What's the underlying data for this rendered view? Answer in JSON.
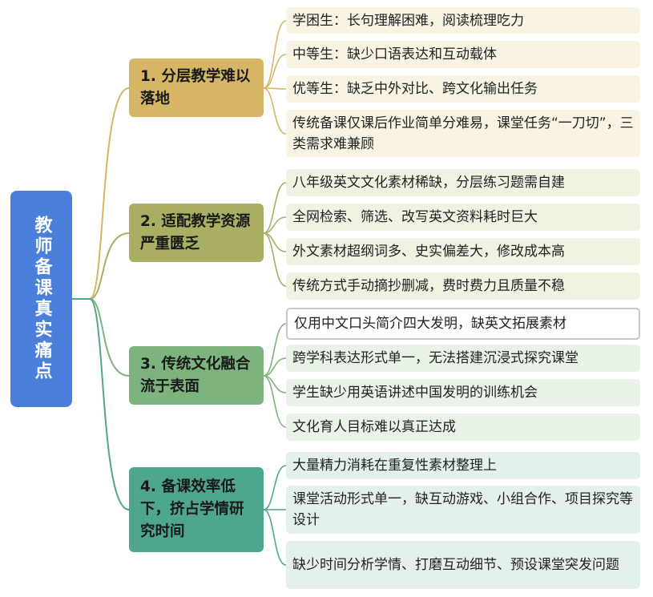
{
  "root": {
    "title": "教师备课真实痛点",
    "color": "#4a7fdc"
  },
  "groups": [
    {
      "label": "1. 分层教学难以落地",
      "color": "#d6b664",
      "items": [
        "学困生：长句理解困难，阅读梳理吃力",
        "中等生：缺少口语表达和互动载体",
        "优等生：缺乏中外对比、跨文化输出任务",
        "传统备课仅课后作业简单分难易，课堂任务“一刀切”，三类需求难兼顾"
      ]
    },
    {
      "label": "2. 适配教学资源严重匮乏",
      "color": "#a9ae62",
      "items": [
        "八年级英文文化素材稀缺，分层练习题需自建",
        "全网检索、筛选、改写英文资料耗时巨大",
        "外文素材超纲词多、史实偏差大，修改成本高",
        "传统方式手动摘抄删减，费时费力且质量不稳"
      ]
    },
    {
      "label": "3. 传统文化融合流于表面",
      "color": "#7db47e",
      "items": [
        "仅用中文口头简介四大发明，缺英文拓展素材",
        "跨学科表达形式单一，无法搭建沉浸式探究课堂",
        "学生缺少用英语讲述中国发明的训练机会",
        "文化育人目标难以真正达成"
      ]
    },
    {
      "label": "4. 备课效率低下，挤占学情研究时间",
      "color": "#4fa68f",
      "items": [
        "大量精力消耗在重复性素材整理上",
        "课堂活动形式单一，缺互动游戏、小组合作、项目探究等设计",
        "缺少时间分析学情、打磨互动细节、预设课堂突发问题"
      ]
    }
  ]
}
